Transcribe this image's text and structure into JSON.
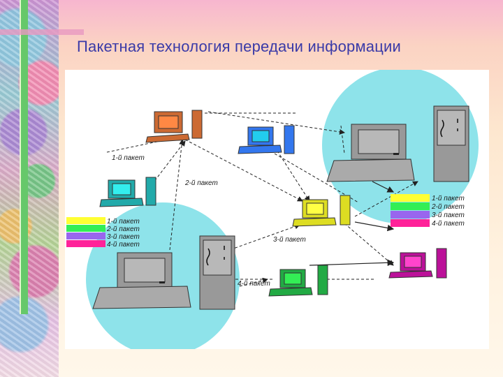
{
  "slide": {
    "title": "Пакетная технология передачи информации"
  },
  "diagram": {
    "arrow_labels": {
      "p1": "1-й пакет",
      "p2": "2-й пакет",
      "p3": "3-й пакет",
      "p4": "4-й пакет"
    },
    "legend_left": [
      {
        "label": "1-й пакет",
        "color": "#ffff33"
      },
      {
        "label": "2-й пакет",
        "color": "#33ee55"
      },
      {
        "label": "3-й пакет",
        "color": "#9966ee"
      },
      {
        "label": "4-й пакет",
        "color": "#ff2299"
      }
    ],
    "legend_right": [
      {
        "label": "1-й пакет",
        "color": "#ffff33"
      },
      {
        "label": "2-й пакет",
        "color": "#33ee55"
      },
      {
        "label": "3-й пакет",
        "color": "#9966ee"
      },
      {
        "label": "4-й пакет",
        "color": "#ff2299"
      }
    ]
  }
}
